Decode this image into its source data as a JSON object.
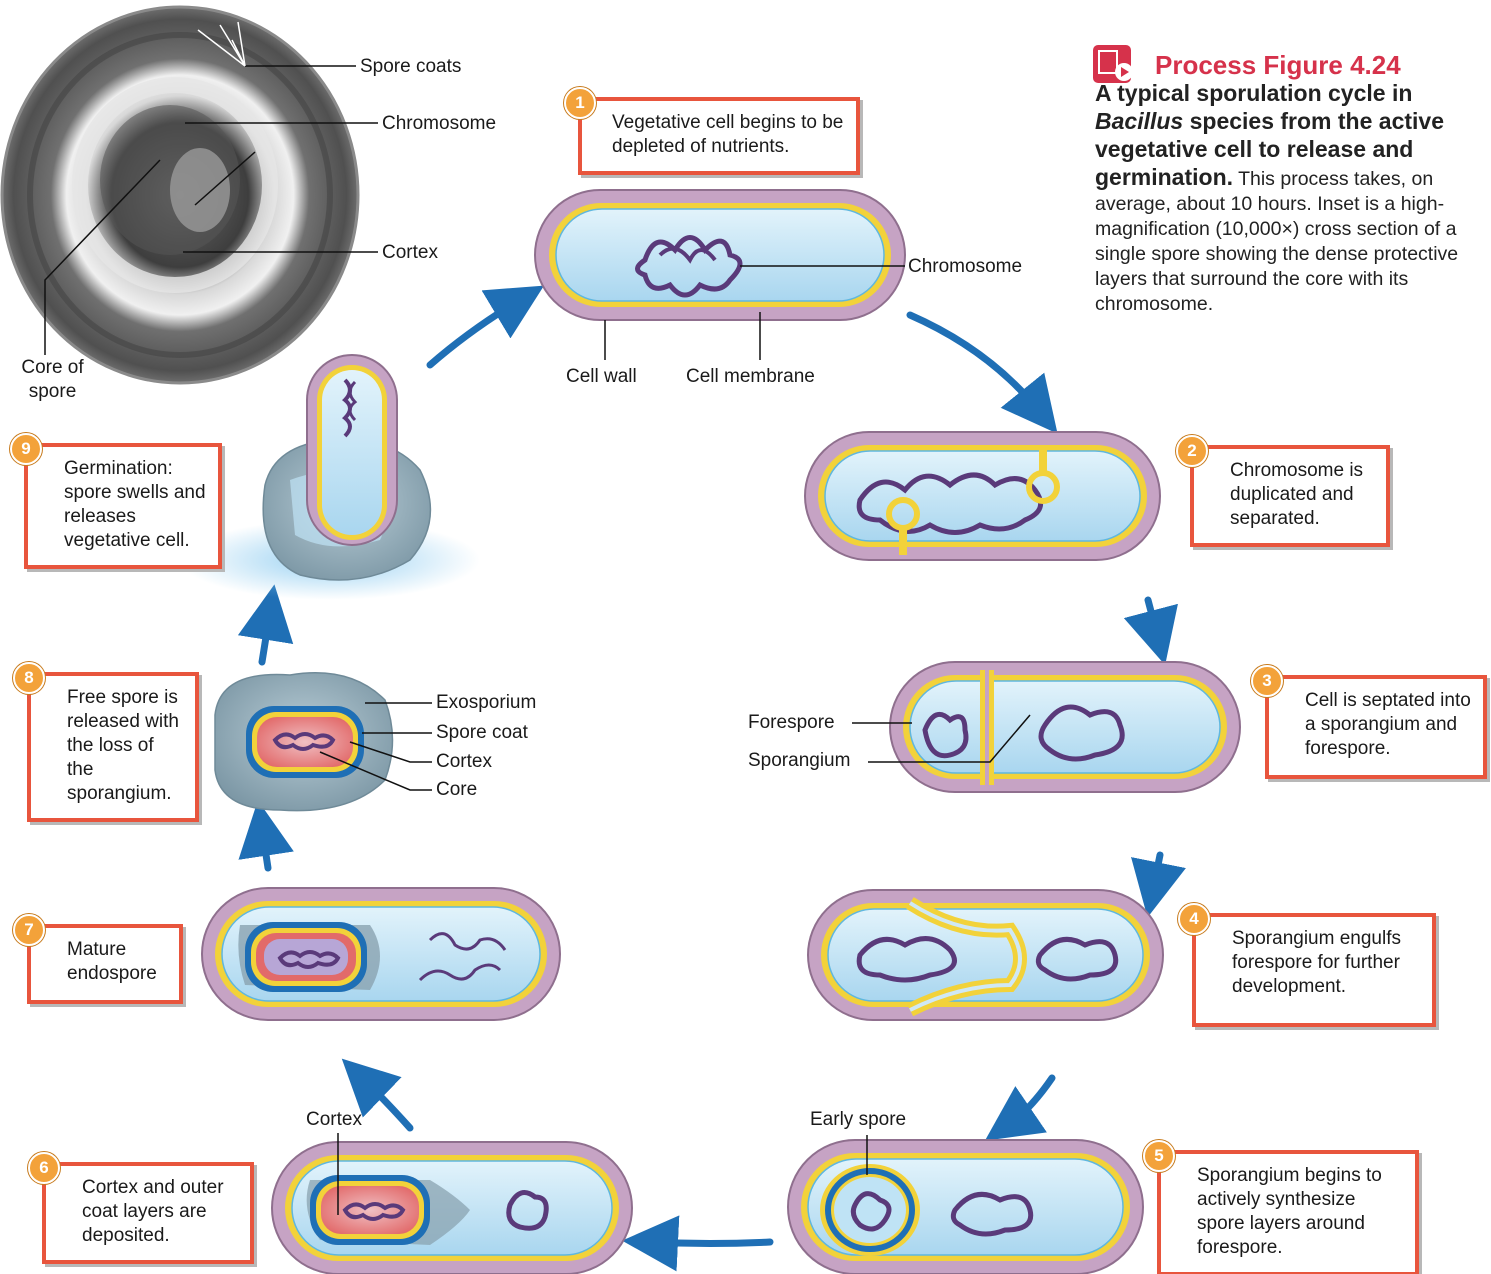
{
  "caption": {
    "figure_label": "Process Figure 4.24",
    "lead_part1": "A typical sporulation cycle in ",
    "lead_italic": "Bacillus",
    "lead_part2": " species from the active vegetative cell to release and germination.",
    "body": "This process takes, on average, about 10 hours. Inset is a high-magnification (10,000×) cross section of a single spore showing the dense protective layers that surround the core with its chromosome."
  },
  "inset_labels": {
    "spore_coats": "Spore coats",
    "chromosome": "Chromosome",
    "cortex": "Cortex",
    "core": "Core of spore"
  },
  "steps": [
    {
      "num": "1",
      "text": "Vegetative cell begins to be depleted of nutrients."
    },
    {
      "num": "2",
      "text": "Chromosome is duplicated and separated."
    },
    {
      "num": "3",
      "text": "Cell is septated into a sporangium and forespore."
    },
    {
      "num": "4",
      "text": "Sporangium engulfs forespore for further development."
    },
    {
      "num": "5",
      "text": "Sporangium begins to actively synthesize spore layers around forespore."
    },
    {
      "num": "6",
      "text": "Cortex and outer coat layers are deposited."
    },
    {
      "num": "7",
      "text": "Mature endospore"
    },
    {
      "num": "8",
      "text": "Free spore is released with the loss of the sporangium."
    },
    {
      "num": "9",
      "text": "Germination: spore swells and releases vegetative cell."
    }
  ],
  "cell_labels": {
    "chromosome": "Chromosome",
    "cell_wall": "Cell wall",
    "cell_membrane": "Cell membrane",
    "forespore": "Forespore",
    "sporangium": "Sporangium",
    "early_spore": "Early spore",
    "cortex": "Cortex",
    "exosporium": "Exosporium",
    "spore_coat": "Spore coat",
    "spore_cortex": "Cortex",
    "core": "Core"
  },
  "colors": {
    "box_border": "#e8553d",
    "badge": "#f3a23a",
    "arrow": "#1f6fb5",
    "cell_wall": "#c6a3c4",
    "membrane": "#f2d23a",
    "cytoplasm": "#bfe3f5",
    "chromosome": "#5a3a7a",
    "title": "#d6324b"
  }
}
